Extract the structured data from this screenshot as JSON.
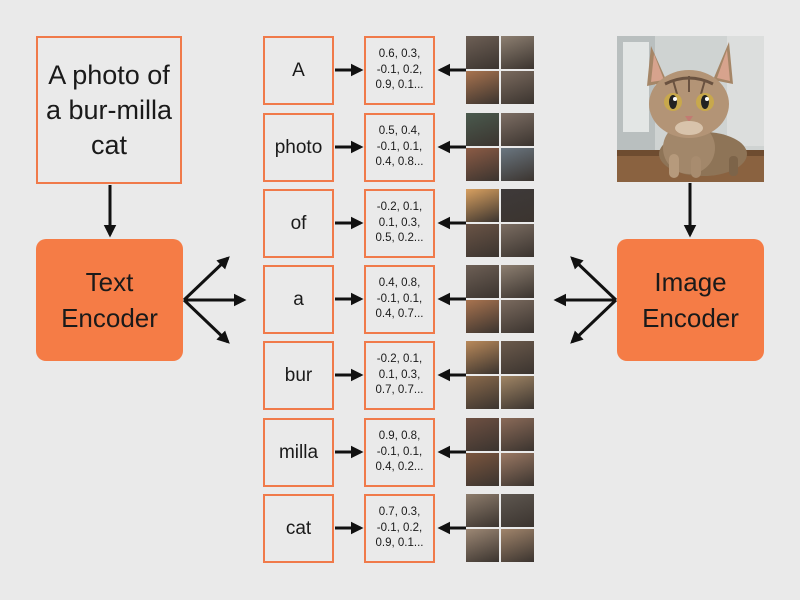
{
  "caption": "A photo of a bur-milla cat",
  "text_encoder": "Text Encoder",
  "image_encoder": "Image Encoder",
  "tokens": [
    {
      "label": "A",
      "vector": "0.6, 0.3, -0.1, 0.2, 0.9, 0.1...",
      "tiles": [
        "#6d5f55",
        "#8d7f71",
        "#a8734f",
        "#7a6a5e"
      ]
    },
    {
      "label": "photo",
      "vector": "0.5, 0.4, -0.1, 0.1, 0.4, 0.8...",
      "tiles": [
        "#4a5a4e",
        "#7d6e64",
        "#8b5b45",
        "#6a7680"
      ]
    },
    {
      "label": "of",
      "vector": "-0.2, 0.1, 0.1, 0.3, 0.5, 0.2...",
      "tiles": [
        "#d8a060",
        "#3e3a3a",
        "#6a5446",
        "#7b6d62"
      ]
    },
    {
      "label": "a",
      "vector": "0.4, 0.8, -0.1, 0.1, 0.4, 0.7...",
      "tiles": [
        "#6d5f55",
        "#8d7f71",
        "#a8734f",
        "#7a6a5e"
      ]
    },
    {
      "label": "bur",
      "vector": "-0.2, 0.1, 0.1, 0.3, 0.7, 0.7...",
      "tiles": [
        "#b9895a",
        "#6b5a4c",
        "#8a6a4c",
        "#a08565"
      ]
    },
    {
      "label": "milla",
      "vector": "0.9, 0.8, -0.1, 0.1, 0.4, 0.2...",
      "tiles": [
        "#6e5042",
        "#8a6a58",
        "#7b563f",
        "#9a7863"
      ]
    },
    {
      "label": "cat",
      "vector": "0.7, 0.3, -0.1, 0.2, 0.9, 0.1...",
      "tiles": [
        "#8d7c6c",
        "#5e5750",
        "#9c8774",
        "#a0846b"
      ]
    }
  ],
  "colors": {
    "accent": "#f57c46",
    "border": "#f07a4a",
    "background": "#eaeaea",
    "arrow": "#111111"
  }
}
